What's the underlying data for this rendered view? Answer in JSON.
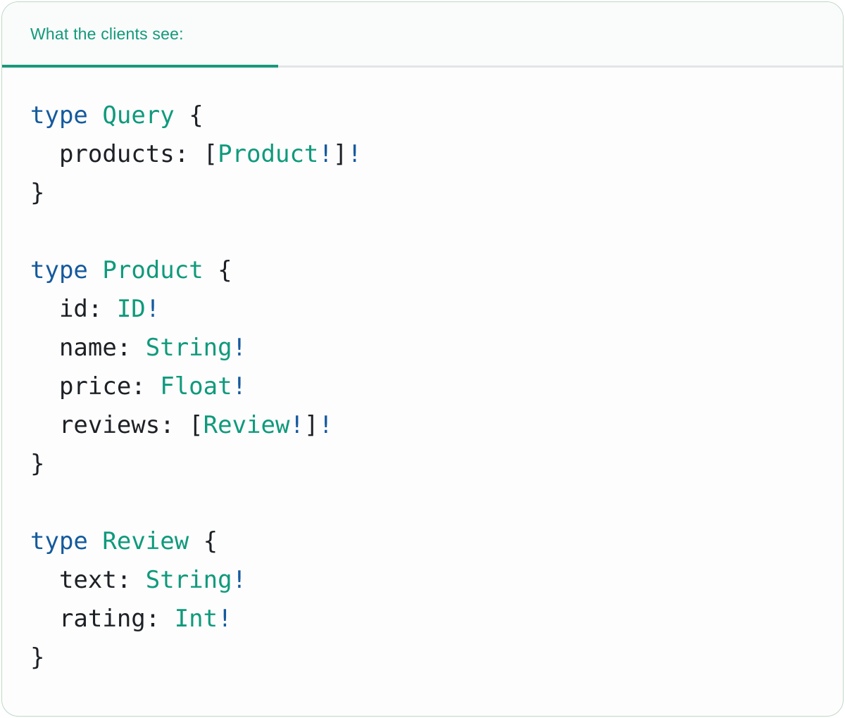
{
  "card": {
    "tab": {
      "label": "What the clients see:"
    }
  },
  "colors": {
    "tab_text": "#12997a",
    "tab_underline": "#17997b",
    "tab_divider": "#e3e4e6",
    "card_border": "#bed8c6",
    "keyword": "#155a9e",
    "type_name": "#0f9a7c",
    "plain": "#1d2126"
  },
  "code": {
    "language": "graphql-sdl",
    "lines": [
      [
        {
          "t": "type",
          "c": "kw"
        },
        {
          "t": " ",
          "c": "pl"
        },
        {
          "t": "Query",
          "c": "ty"
        },
        {
          "t": " {",
          "c": "pl"
        }
      ],
      [
        {
          "t": "  products: [",
          "c": "pl"
        },
        {
          "t": "Product",
          "c": "ty"
        },
        {
          "t": "!",
          "c": "kw"
        },
        {
          "t": "]",
          "c": "pl"
        },
        {
          "t": "!",
          "c": "kw"
        }
      ],
      [
        {
          "t": "}",
          "c": "pl"
        }
      ],
      [],
      [
        {
          "t": "type",
          "c": "kw"
        },
        {
          "t": " ",
          "c": "pl"
        },
        {
          "t": "Product",
          "c": "ty"
        },
        {
          "t": " {",
          "c": "pl"
        }
      ],
      [
        {
          "t": "  id: ",
          "c": "pl"
        },
        {
          "t": "ID",
          "c": "ty"
        },
        {
          "t": "!",
          "c": "kw"
        }
      ],
      [
        {
          "t": "  name: ",
          "c": "pl"
        },
        {
          "t": "String",
          "c": "ty"
        },
        {
          "t": "!",
          "c": "kw"
        }
      ],
      [
        {
          "t": "  price: ",
          "c": "pl"
        },
        {
          "t": "Float",
          "c": "ty"
        },
        {
          "t": "!",
          "c": "kw"
        }
      ],
      [
        {
          "t": "  reviews: [",
          "c": "pl"
        },
        {
          "t": "Review",
          "c": "ty"
        },
        {
          "t": "!",
          "c": "kw"
        },
        {
          "t": "]",
          "c": "pl"
        },
        {
          "t": "!",
          "c": "kw"
        }
      ],
      [
        {
          "t": "}",
          "c": "pl"
        }
      ],
      [],
      [
        {
          "t": "type",
          "c": "kw"
        },
        {
          "t": " ",
          "c": "pl"
        },
        {
          "t": "Review",
          "c": "ty"
        },
        {
          "t": " {",
          "c": "pl"
        }
      ],
      [
        {
          "t": "  text: ",
          "c": "pl"
        },
        {
          "t": "String",
          "c": "ty"
        },
        {
          "t": "!",
          "c": "kw"
        }
      ],
      [
        {
          "t": "  rating: ",
          "c": "pl"
        },
        {
          "t": "Int",
          "c": "ty"
        },
        {
          "t": "!",
          "c": "kw"
        }
      ],
      [
        {
          "t": "}",
          "c": "pl"
        }
      ]
    ]
  }
}
